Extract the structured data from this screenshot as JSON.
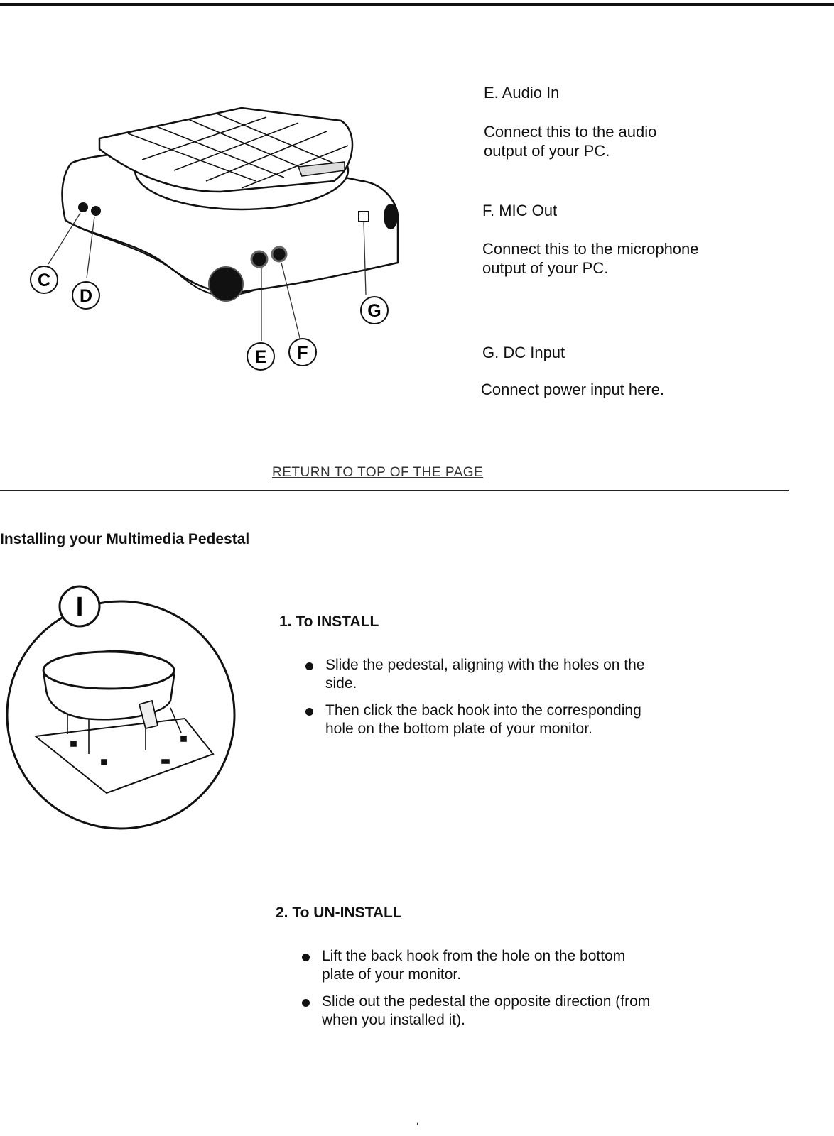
{
  "ports": [
    {
      "title": "E. Audio In",
      "description": "Connect this to the audio output of your PC.",
      "lines": [
        "Connect this to the audio",
        "output of your PC."
      ]
    },
    {
      "title": "F. MIC Out",
      "description": "Connect this to the microphone output of your PC.",
      "lines": [
        "Connect this to the microphone",
        "output of your PC."
      ]
    },
    {
      "title": "G. DC Input",
      "description": "Connect power input here."
    }
  ],
  "callouts": {
    "c": "C",
    "d": "D",
    "e": "E",
    "f": "F",
    "g": "G",
    "i": "I"
  },
  "return_link": "RETURN TO TOP OF THE PAGE",
  "section_heading": "Installing your Multimedia Pedestal",
  "install": {
    "heading": "1. To INSTALL",
    "steps": [
      "Slide the pedestal, aligning with the holes on the side.",
      "Then click the back hook into the corresponding hole on the bottom plate of your monitor."
    ],
    "step_lines": [
      [
        "Slide the pedestal, aligning with the holes on the",
        "side."
      ],
      [
        "Then click the back hook into the corresponding",
        "hole on the bottom plate of your monitor."
      ]
    ]
  },
  "uninstall": {
    "heading": "2. To UN-INSTALL",
    "steps": [
      "Lift the back hook from the hole on the bottom plate of your monitor.",
      "Slide out the pedestal the opposite direction (from when you installed it)."
    ],
    "step_lines": [
      [
        "Lift the back hook from the hole on the bottom",
        "plate of your monitor."
      ],
      [
        "Slide out the pedestal the opposite direction (from",
        "when you installed it)."
      ]
    ]
  },
  "page_mark": "ʻ"
}
